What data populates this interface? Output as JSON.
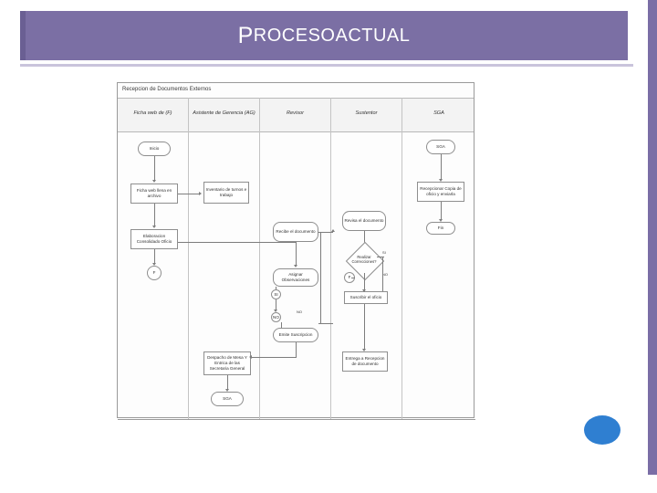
{
  "slide": {
    "title_first_letter": "P",
    "title_rest": "ROCESO ",
    "title_word2": "ACTUAL",
    "accent_color": "#7b6fa4",
    "dot_color": "#2f7fd1"
  },
  "diagram": {
    "title": "Recepcion de Documentos Externos",
    "lanes": [
      {
        "label": "Ficha web de (F)"
      },
      {
        "label": "Asistente de Gerencia (AG)"
      },
      {
        "label": "Revisor"
      },
      {
        "label": "Sustentor"
      },
      {
        "label": "SGA"
      }
    ],
    "nodes": [
      {
        "id": "inicio",
        "label": "Inicio",
        "lane": 0,
        "shape": "term"
      },
      {
        "id": "ficha",
        "label": "Ficha web llena en archivo",
        "lane": 0,
        "shape": "rect"
      },
      {
        "id": "elaboracion",
        "label": "Elaboracion Consolidado Oficio",
        "lane": 0,
        "shape": "rect"
      },
      {
        "id": "conn-f",
        "label": "F",
        "lane": 0,
        "shape": "circle"
      },
      {
        "id": "inventario",
        "label": "Inventario de turnos e trabajo",
        "lane": 1,
        "shape": "rect"
      },
      {
        "id": "despacho",
        "label": "Despacho de Mesa Y Entrica de las Secretaria General",
        "lane": 1,
        "shape": "rect"
      },
      {
        "id": "sga-end",
        "label": "SGA",
        "lane": 1,
        "shape": "term"
      },
      {
        "id": "recibir",
        "label": "Recibe el documento",
        "lane": 2,
        "shape": "rect"
      },
      {
        "id": "asignar",
        "label": "Asignar Observaciones",
        "lane": 2,
        "shape": "rect"
      },
      {
        "id": "conn-si",
        "label": "SI",
        "lane": 2,
        "shape": "circle"
      },
      {
        "id": "conn-no",
        "label": "NO",
        "lane": 2,
        "shape": "circle"
      },
      {
        "id": "emite",
        "label": "Emite Suscripcion",
        "lane": 2,
        "shape": "rect"
      },
      {
        "id": "revisa",
        "label": "Revisa el documento",
        "lane": 3,
        "shape": "rect"
      },
      {
        "id": "realizar",
        "label": "Realizar Correcciones?",
        "lane": 3,
        "shape": "diamond"
      },
      {
        "id": "conn-f2",
        "label": "F",
        "lane": 3,
        "shape": "circle"
      },
      {
        "id": "suscribe",
        "label": "Suscribir el oficio",
        "lane": 3,
        "shape": "rect"
      },
      {
        "id": "entrega",
        "label": "Entrega a Recepcion de documento",
        "lane": 3,
        "shape": "rect"
      },
      {
        "id": "sga-top",
        "label": "SGA",
        "lane": 4,
        "shape": "term"
      },
      {
        "id": "recepciona",
        "label": "Recepcionar Copia de oficio y enviarla",
        "lane": 4,
        "shape": "rect"
      },
      {
        "id": "fin",
        "label": "Fin",
        "lane": 4,
        "shape": "term"
      }
    ],
    "edge_labels": [
      {
        "id": "lbl-si",
        "text": "SI"
      },
      {
        "id": "lbl-no",
        "text": "NO"
      }
    ]
  }
}
